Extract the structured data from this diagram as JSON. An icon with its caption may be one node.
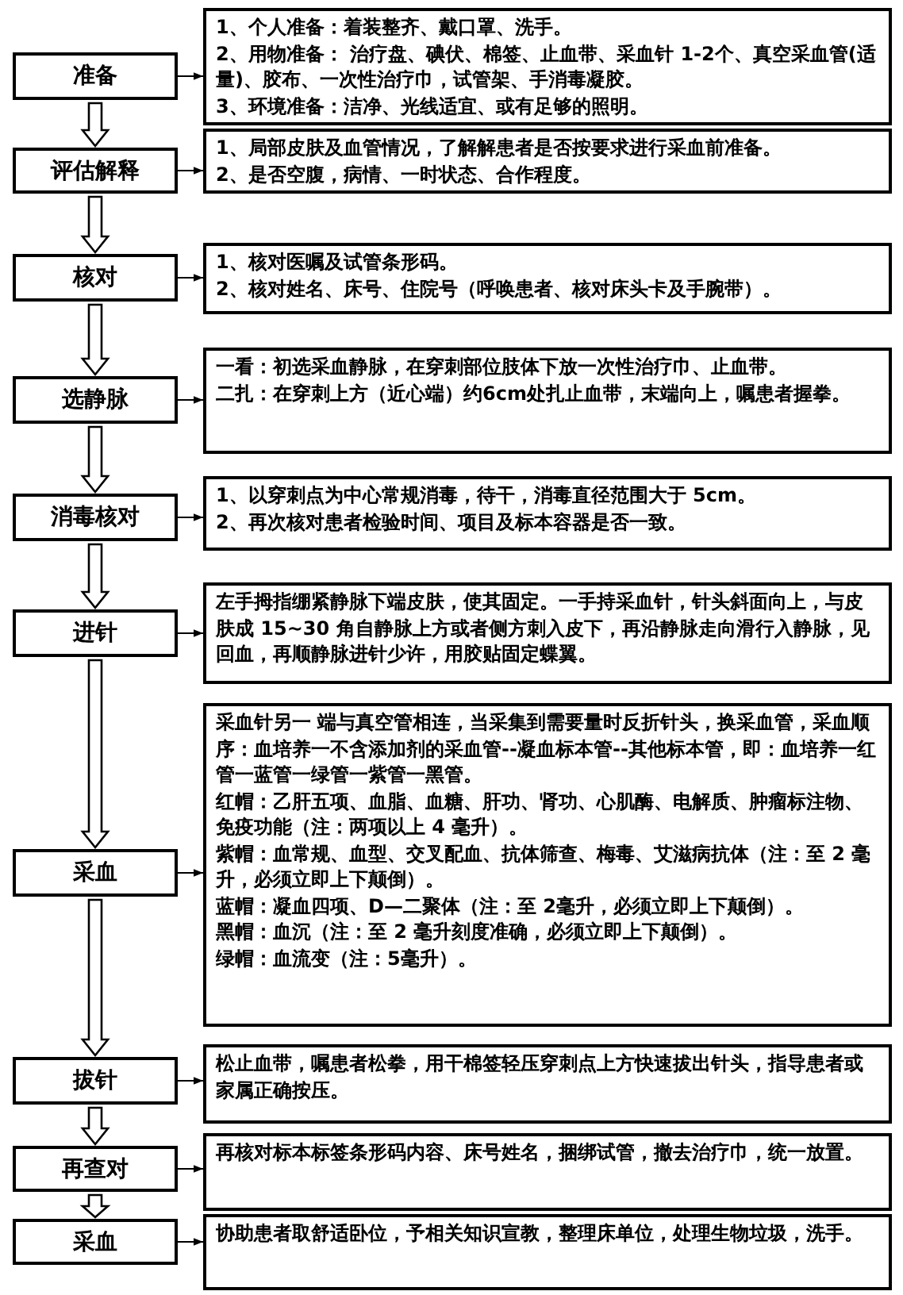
{
  "diagram": {
    "nodes": [
      {
        "text": [
          "准备"
        ]
      },
      {
        "text": [
          "1、个人准备：着装整齐、戴口罩、洗手。",
          "2、用物准备： 治疗盘、碘伏、棉签、止血带、采血针 1-2个、真空采血管(适量)、胶布、一次性治疗巾，试管架、手消毒凝胶。",
          "3、环境准备：洁净、光线适宜、或有足够的照明。"
        ]
      },
      {
        "text": [
          "评估解释"
        ]
      },
      {
        "text": [
          "1、局部皮肤及血管情况，了解解患者是否按要求进行采血前准备。",
          "2、是否空腹，病情、一时状态、合作程度。"
        ]
      },
      {
        "text": [
          "核对"
        ]
      },
      {
        "text": [
          "1、核对医嘱及试管条形码。",
          "2、核对姓名、床号、住院号（呼唤患者、核对床头卡及手腕带）。"
        ]
      },
      {
        "text": [
          "选静脉"
        ]
      },
      {
        "text": [
          "一看：初选采血静脉，在穿刺部位肢体下放一次性治疗巾、止血带。",
          "二扎：在穿刺上方（近心端）约6cm处扎止血带，末端向上，嘱患者握拳。"
        ]
      },
      {
        "text": [
          "消毒核对"
        ]
      },
      {
        "text": [
          "1、以穿刺点为中心常规消毒，待干，消毒直径范围大于 5cm。",
          "2、再次核对患者检验时间、项目及标本容器是否一致。"
        ]
      },
      {
        "text": [
          "进针"
        ]
      },
      {
        "text": [
          "左手拇指绷紧静脉下端皮肤，使其固定。一手持采血针，针头斜面向上，与皮肤成 15~30 角自静脉上方或者侧方刺入皮下，再沿静脉走向滑行入静脉，见回血，再顺静脉进针少许，用胶贴固定蝶翼。"
        ]
      },
      {
        "text": [
          "采血"
        ]
      },
      {
        "text": [
          "采血针另一 端与真空管相连，当采集到需要量时反折针头，换采血管，采血顺序：血培养一不含添加剂的采血管--凝血标本管--其他标本管，即：血培养一红管一蓝管一绿管一紫管一黑管。",
          "红帽：乙肝五项、血脂、血糖、肝功、肾功、心肌酶、电解质、肿瘤标注物、免疫功能（注：两项以上 4 毫升）。",
          "紫帽：血常规、血型、交叉配血、抗体筛查、梅毒、艾滋病抗体（注：至 2 毫升，必须立即上下颠倒）。",
          "蓝帽：凝血四项、D—二聚体（注：至 2毫升，必须立即上下颠倒）。",
          "黑帽：血沉（注：至 2 毫升刻度准确，必须立即上下颠倒）。",
          "绿帽：血流变（注：5毫升）。"
        ]
      },
      {
        "text": [
          "拔针"
        ]
      },
      {
        "text": [
          "松止血带，嘱患者松拳，用干棉签轻压穿刺点上方快速拔出针头，指导患者或家属正确按压。"
        ]
      },
      {
        "text": [
          "再查对"
        ]
      },
      {
        "text": [
          "再核对标本标签条形码内容、床号姓名，捆绑试管，撤去治疗巾，统一放置。"
        ]
      },
      {
        "text": [
          "采血"
        ]
      },
      {
        "text": [
          "协助患者取舒适卧位，予相关知识宣教，整理床单位，处理生物垃圾，洗手。"
        ]
      }
    ],
    "edges": [
      {
        "from": 0,
        "to": 1,
        "arrow": "to"
      },
      {
        "from": 0,
        "to": 2,
        "arrow": "to"
      },
      {
        "from": 2,
        "to": 3,
        "arrow": "to"
      },
      {
        "from": 2,
        "to": 4,
        "arrow": "to"
      },
      {
        "from": 4,
        "to": 5,
        "arrow": "to"
      },
      {
        "from": 4,
        "to": 6,
        "arrow": "to"
      },
      {
        "from": 6,
        "to": 7,
        "arrow": "to"
      },
      {
        "from": 6,
        "to": 8,
        "arrow": "to"
      },
      {
        "from": 8,
        "to": 9,
        "arrow": "to"
      },
      {
        "from": 8,
        "to": 10,
        "arrow": "to"
      },
      {
        "from": 10,
        "to": 11,
        "arrow": "to"
      },
      {
        "from": 10,
        "to": 12,
        "arrow": "to"
      },
      {
        "from": 12,
        "to": 13,
        "arrow": "to"
      },
      {
        "from": 12,
        "to": 14,
        "arrow": "to"
      },
      {
        "from": 14,
        "to": 15,
        "arrow": "to"
      },
      {
        "from": 14,
        "to": 16,
        "arrow": "to"
      },
      {
        "from": 16,
        "to": 17,
        "arrow": "to"
      },
      {
        "from": 16,
        "to": 18,
        "arrow": "to"
      },
      {
        "from": 18,
        "to": 19,
        "arrow": "to"
      }
    ]
  }
}
